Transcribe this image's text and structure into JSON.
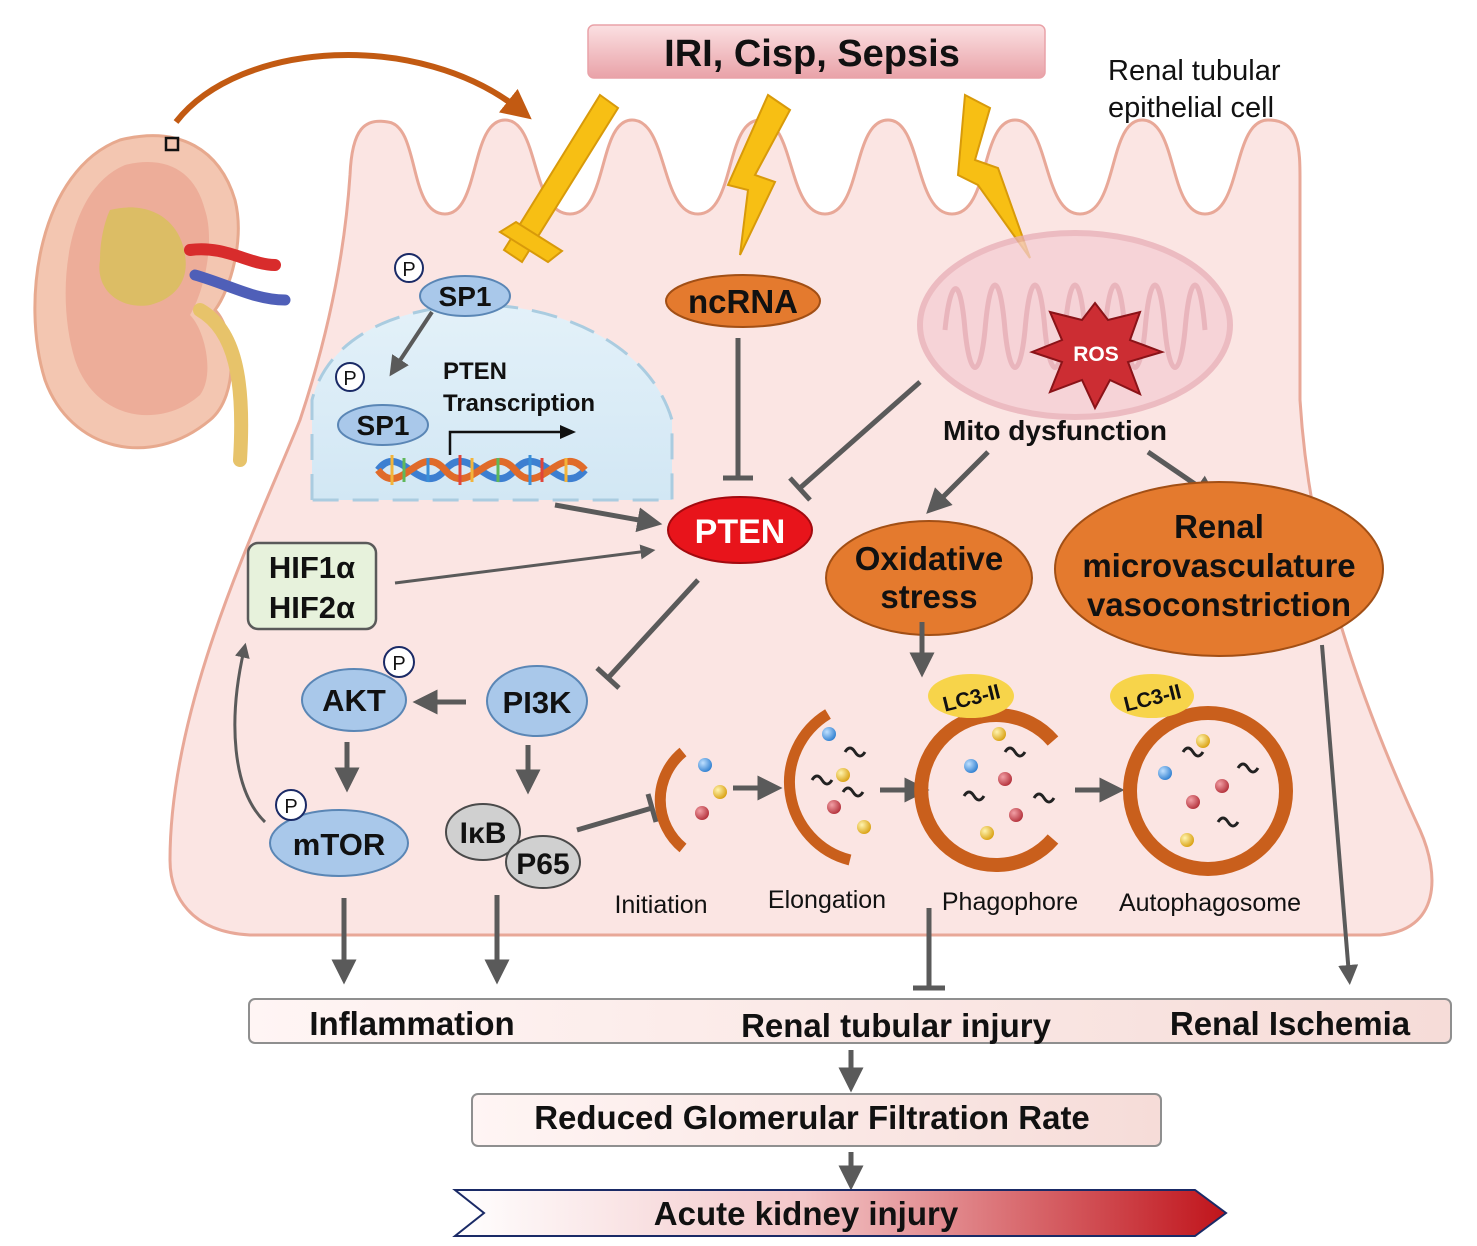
{
  "header": {
    "triggers": "IRI, Cisp, Sepsis"
  },
  "cell_label": {
    "line1": "Renal tubular",
    "line2": "epithelial cell"
  },
  "nodes": {
    "sp1": "SP1",
    "p": "P",
    "ncrna": "ncRNA",
    "ros": "ROS",
    "mito": "Mito dysfunction",
    "pten": "PTEN",
    "transcription_line1": "PTEN",
    "transcription_line2": "Transcription",
    "hif1": "HIF1α",
    "hif2": "HIF2α",
    "oxidative_line1": "Oxidative",
    "oxidative_line2": "stress",
    "renal_line1": "Renal",
    "renal_line2": "microvasculature",
    "renal_line3": "vasoconstriction",
    "akt": "AKT",
    "pi3k": "PI3K",
    "mtor": "mTOR",
    "ikb": "IκB",
    "p65": "P65",
    "lc3": "LC3-II"
  },
  "autophagy_stages": [
    "Initiation",
    "Elongation",
    "Phagophore",
    "Autophagosome"
  ],
  "outcomes": {
    "inflammation": "Inflammation",
    "tubular_injury": "Renal tubular injury",
    "ischemia": "Renal Ischemia",
    "gfr": "Reduced Glomerular Filtration Rate",
    "aki": "Acute kidney injury"
  },
  "colors": {
    "cell_fill": "#fbe5e3",
    "cell_stroke": "#e8a898",
    "blue_node": "#a9c8ea",
    "orange_node": "#e47a2e",
    "pten_red": "#e8141b",
    "arrow_gray": "#5a5a5a",
    "bolt_yellow": "#f7bf14",
    "autophagy_ring": "#c95f1c"
  }
}
